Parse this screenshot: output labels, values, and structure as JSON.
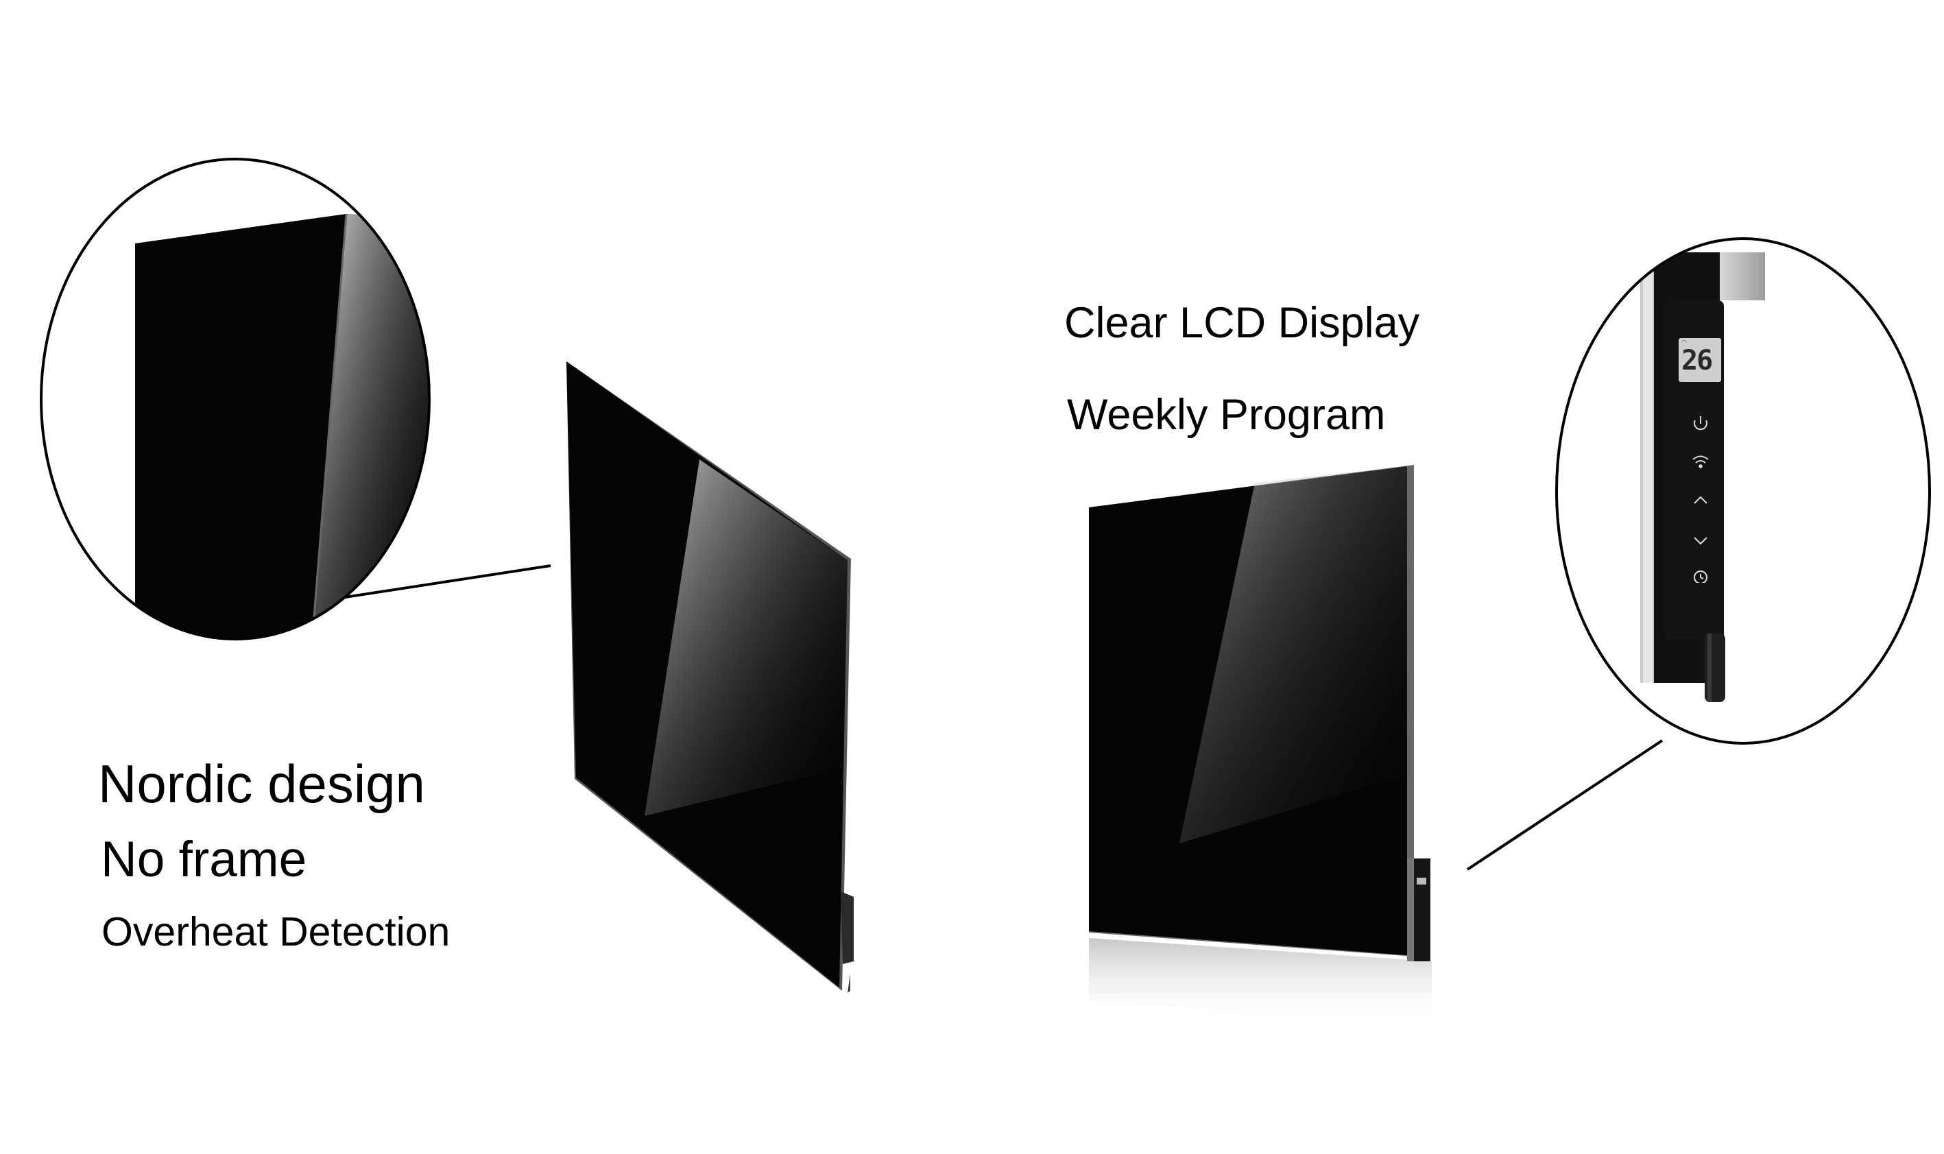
{
  "features_left": {
    "nordic": "Nordic design",
    "noframe": "No frame",
    "overheat": "Overheat Detection"
  },
  "features_right": {
    "lcd": "Clear LCD Display",
    "weekly": "Weekly Program"
  },
  "lcd_readout": "26",
  "colors": {
    "background": "#ffffff",
    "glass": "#000000",
    "frame_edge": "#6d6d6d",
    "callout_line": "#000000",
    "lcd_screen": "#cfcfcf",
    "control_strip": "#141414"
  },
  "icons": {
    "power": "power-icon",
    "wifi": "wifi-icon",
    "up": "chevron-up-icon",
    "down": "chevron-down-icon",
    "timer": "timer-icon"
  }
}
